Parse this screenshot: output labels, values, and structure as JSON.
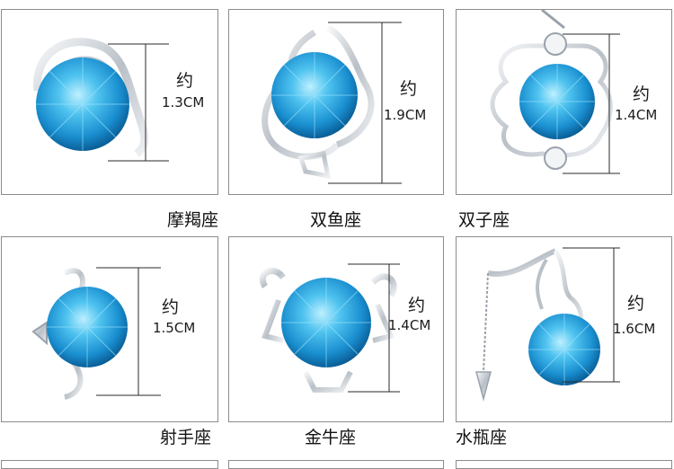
{
  "items": [
    {
      "caption": "摩羯座",
      "approx": "约",
      "size": "1.3CM"
    },
    {
      "caption": "双鱼座",
      "approx": "约",
      "size": "1.9CM"
    },
    {
      "caption": "双子座",
      "approx": "约",
      "size": "1.4CM"
    },
    {
      "caption": "射手座",
      "approx": "约",
      "size": "1.5CM"
    },
    {
      "caption": "金牛座",
      "approx": "约",
      "size": "1.4CM"
    },
    {
      "caption": "水瓶座",
      "approx": "约",
      "size": "1.6CM"
    }
  ],
  "colors": {
    "gem_light": "#7fd6f4",
    "gem_mid": "#2aa8df",
    "gem_dark": "#0a6fae",
    "silver": "#d9dde2",
    "silver_dark": "#9aa2ab",
    "border": "#8c8c8c"
  },
  "icons": [
    "pendant-image"
  ]
}
